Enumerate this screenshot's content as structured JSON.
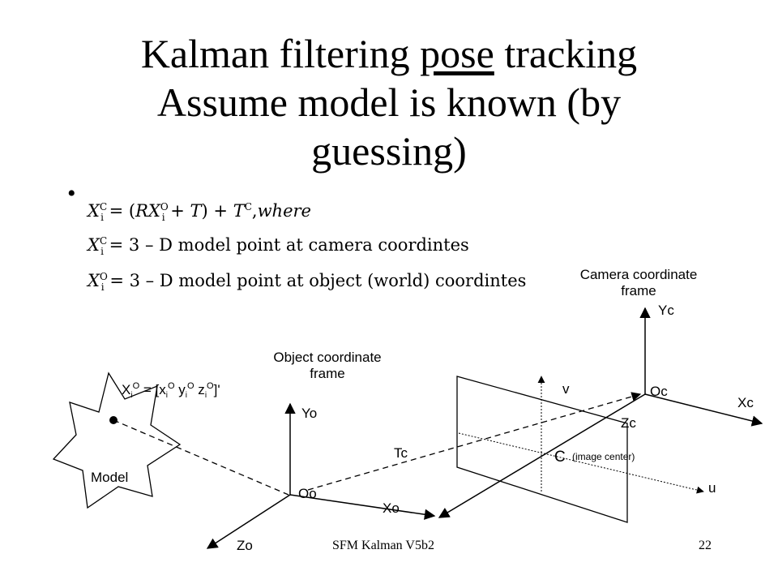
{
  "title": {
    "line1_pre": "Kalman filtering ",
    "line1_underlined": "pose",
    "line1_post": " tracking",
    "line2": "Assume model is known (by",
    "line3": "guessing)"
  },
  "bullet": "•",
  "equations": {
    "eq1_var": "X",
    "eq1_sup": "C",
    "eq1_sub": "i",
    "eq1_rhs_a": " = (",
    "eq1_R": "R",
    "eq1_X": "X",
    "eq1_X_sup": "O",
    "eq1_X_sub": "i",
    "eq1_rhs_b": " + ",
    "eq1_T": "T",
    "eq1_rhs_c": ") + ",
    "eq1_T2": "T",
    "eq1_T2_sup": "C",
    "eq1_rhs_d": ",",
    "eq1_where": "where",
    "eq2_var": "X",
    "eq2_sup": "C",
    "eq2_sub": "i",
    "eq2_rhs": " = 3 – D model point at camera coordintes",
    "eq3_var": "X",
    "eq3_sup": "O",
    "eq3_sub": "i",
    "eq3_rhs": " = 3 – D model point at object (world) coordintes"
  },
  "diagram": {
    "camera_frame_label_1": "Camera coordinate",
    "camera_frame_label_2": "frame",
    "object_frame_label_1": "Object coordinate",
    "object_frame_label_2": "frame",
    "Yc": "Yc",
    "Xc": "Xc",
    "Zc": "Zc",
    "Oc": "Oc",
    "v": "v",
    "u": "u",
    "C": "C",
    "image_center": "(image center)",
    "Tc": "Tc",
    "Yo": "Yo",
    "Xo": "Xo",
    "Zo": "Zo",
    "Oo": "Oo",
    "model": "Model",
    "point_label_X": "X",
    "point_label_i": "i",
    "point_label_O": "O",
    "point_label_eq": " = [x",
    "point_label_yi": " y",
    "point_label_zi": " z",
    "point_label_end": "]'"
  },
  "footer": {
    "left": "SFM Kalman V5b2",
    "right": "22"
  }
}
